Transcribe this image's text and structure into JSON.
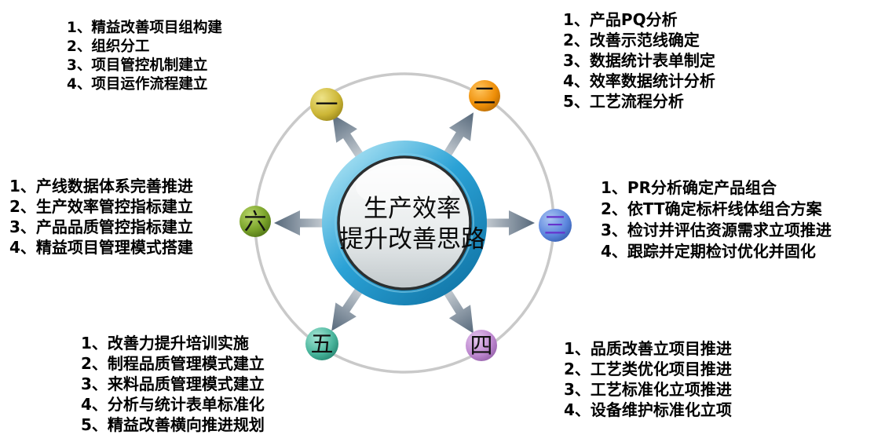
{
  "center": {
    "line1": "生产效率",
    "line2": "提升改善思路",
    "ring_color": "#2a9fd2",
    "ring_highlight": "#b6e8f6",
    "ring_shadow": "#0d6fa0",
    "face_top": "#fdfdfd",
    "face_bottom": "#c2c9cc"
  },
  "orbit_ring_color": "#c9c9c9",
  "arrow_light": "#ccd2d7",
  "arrow_dark": "#5c6e80",
  "nodes": [
    {
      "numeral": "一",
      "position": "top-left",
      "color": "#cdb737",
      "items": [
        "1、精益改善项目组构建",
        "2、组织分工",
        "3、项目管控机制建立",
        "4、项目运作流程建立"
      ]
    },
    {
      "numeral": "二",
      "position": "top-right",
      "color": "#ee8e07",
      "items": [
        "1、产品PQ分析",
        "2、改善示范线确定",
        "3、数据统计表单制定",
        "4、效率数据统计分析",
        "5、工艺流程分析"
      ]
    },
    {
      "numeral": "三",
      "position": "right",
      "color": "#5c86de",
      "numeral_color": "#6633cc",
      "items": [
        "1、PR分析确定产品组合",
        "2、依TT确定标杆线体组合方案",
        "3、检讨并评估资源需求立项推进",
        "4、跟踪并定期检讨优化并固化"
      ]
    },
    {
      "numeral": "四",
      "position": "bottom-right",
      "color": "#bd87cf",
      "items": [
        "1、品质改善立项目推进",
        "2、工艺类优化项目推进",
        "3、工艺标准化立项推进",
        "4、设备维护标准化立项"
      ]
    },
    {
      "numeral": "五",
      "position": "bottom-left",
      "color": "#48b49b",
      "items": [
        "1、改善力提升培训实施",
        "2、制程品质管理模式建立",
        "3、来料品质管理模式建立",
        "4、分析与统计表单标准化",
        "5、精益改善横向推进规划"
      ]
    },
    {
      "numeral": "六",
      "position": "left",
      "color": "#7ca52c",
      "items": [
        "1、产线数据体系完善推进",
        "2、生产效率管控指标建立",
        "3、产品品质管控指标建立",
        "4、精益项目管理模式搭建"
      ]
    }
  ]
}
